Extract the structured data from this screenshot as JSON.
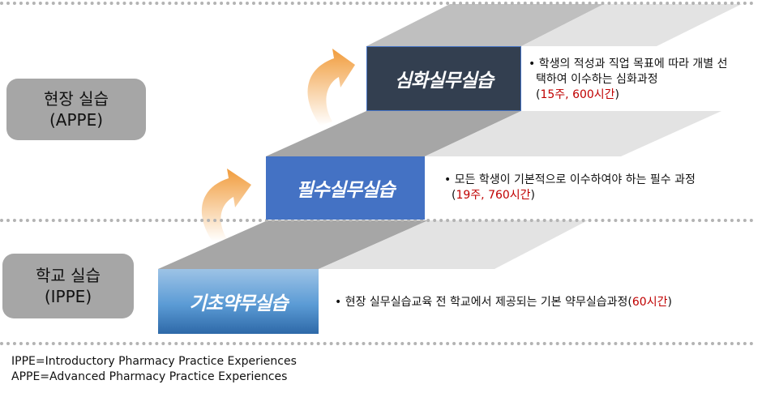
{
  "categories": {
    "field": {
      "line1": "현장 실습",
      "line2": "(APPE)"
    },
    "school": {
      "line1": "학교 실습",
      "line2": "(IPPE)"
    }
  },
  "steps": [
    {
      "title": "심화실무실습",
      "bullet": "•",
      "desc1": "학생의 적성과 직업 목표에 따라 개별 선",
      "desc2": "택하여 이수하는 심화과정",
      "open": "(",
      "hours": "15주, 600시간",
      "close": ")",
      "color": "#333f50"
    },
    {
      "title": "필수실무실습",
      "bullet": "•",
      "desc1": "모든 학생이 기본적으로 이수하여야 하는 필수 과정",
      "open": "(",
      "hours": "19주, 760시간",
      "close": ")",
      "color": "#4472c4"
    },
    {
      "title": "기초약무실습",
      "bullet": "•",
      "desc1": "현장 실무실습교육 전 학교에서 제공되는 기본 약무실습과정",
      "open": "(",
      "hours": "60시간",
      "close": ")",
      "color": "#5b9bd5"
    }
  ],
  "footnotes": [
    "IPPE=Introductory Pharmacy Practice Experiences",
    "APPE=Advanced Pharmacy Practice Experiences"
  ]
}
